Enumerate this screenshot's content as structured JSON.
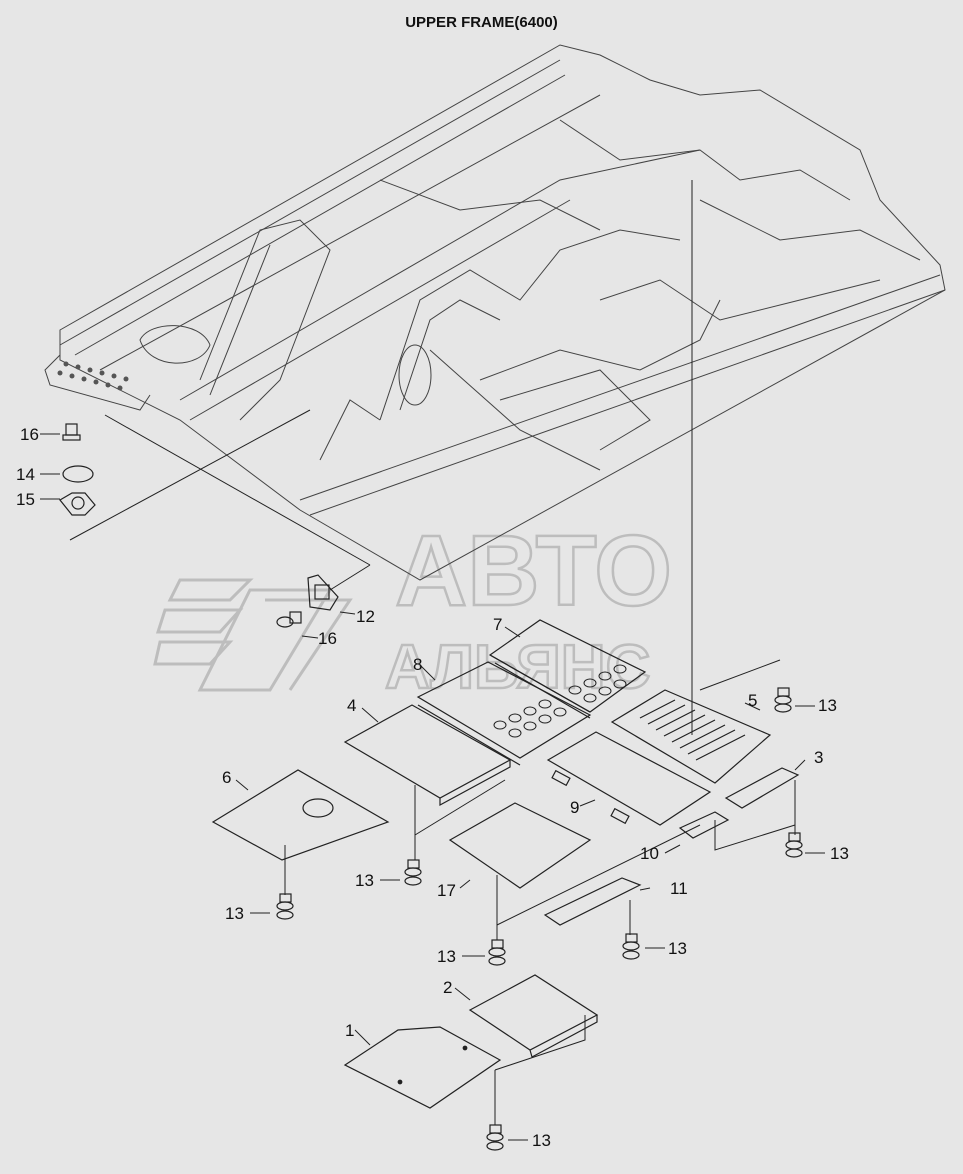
{
  "title": "UPPER FRAME(6400)",
  "watermark": {
    "line1": "АВТО",
    "line2": "АЛЬЯНС"
  },
  "labels": {
    "l1": "1",
    "l2": "2",
    "l3": "3",
    "l4": "4",
    "l5": "5",
    "l6": "6",
    "l7": "7",
    "l8": "8",
    "l9": "9",
    "l10": "10",
    "l11": "11",
    "l12": "12",
    "l13": "13",
    "l14": "14",
    "l15": "15",
    "l16": "16",
    "l17": "17"
  },
  "colors": {
    "background": "#e6e6e6",
    "line": "#333333",
    "watermark": "#bdbdbd"
  }
}
